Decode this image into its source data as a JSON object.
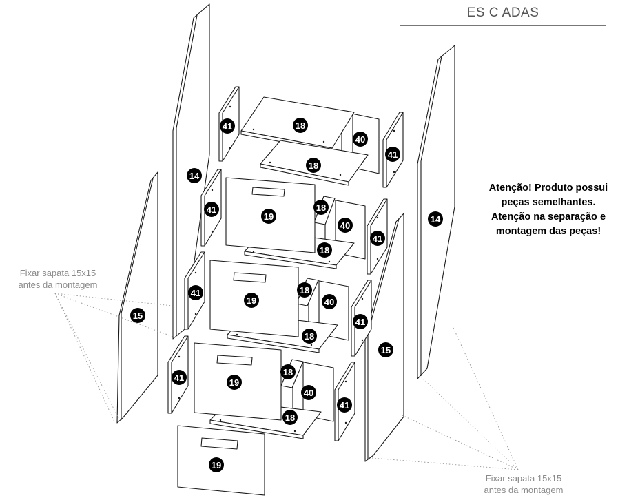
{
  "title": "ES C ADAS",
  "warning": {
    "line1": "Atenção! Produto possui",
    "line2": "peças semelhantes.",
    "line3": "Atenção na separação e",
    "line4": "montagem das peças!"
  },
  "notes": {
    "left": {
      "line1": "Fixar sapata 15x15",
      "line2": "antes da montagem"
    },
    "right": {
      "line1": "Fixar sapata 15x15",
      "line2": "antes da montagem"
    }
  },
  "part_numbers": {
    "side_tall": "14",
    "side_short": "15",
    "shelf": "18",
    "drawer_front": "19",
    "back": "40",
    "divider": "41"
  },
  "colors": {
    "line": "#1a1a1a",
    "badge": "#000000",
    "badge_text": "#ffffff",
    "note_text": "#8a8a8a",
    "dots": "#9a9a9a"
  }
}
